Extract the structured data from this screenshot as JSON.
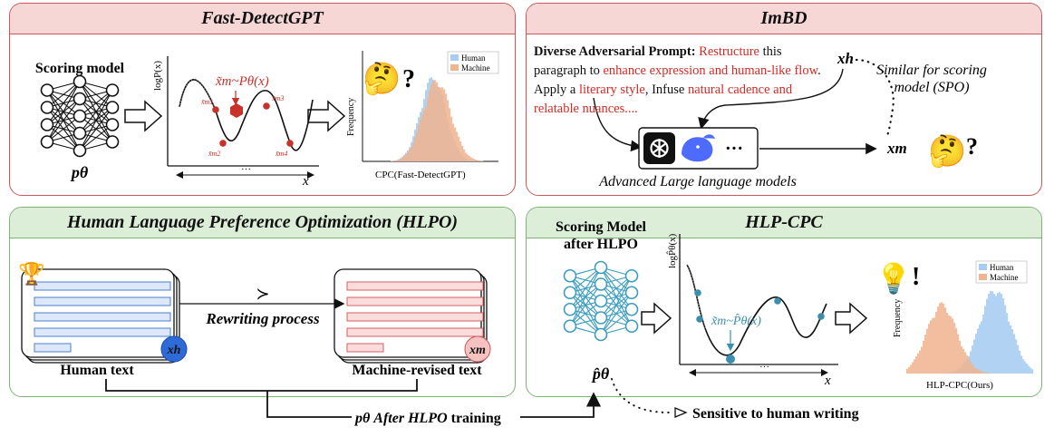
{
  "panels": {
    "fast_detect": {
      "title": "Fast-DetectGPT",
      "scoring_model_label": "Scoring model",
      "model_symbol": "pθ",
      "curve_ylabel": "logP(x)",
      "curve_xlabel": "x",
      "curve_ellipsis": "···",
      "sample_label": "x̃m~Pθ(x)",
      "point_labels": [
        "x̃m1",
        "x̃m2",
        "x̃m3",
        "x̃m4"
      ],
      "hist_ylabel": "Frequency",
      "hist_xlabel": "CPC(Fast-DetectGPT)",
      "legend": [
        "Human",
        "Machine"
      ],
      "emoji": "🤔",
      "mark": "?"
    },
    "imbd": {
      "title": "ImBD",
      "prompt_heading": "Diverse Adversarial Prompt:",
      "prompt_segments": [
        {
          "text": " ",
          "hl": false
        },
        {
          "text": "Restructure",
          "hl": true
        },
        {
          "text": " this paragraph to ",
          "hl": false
        },
        {
          "text": "enhance expression and human-like flow",
          "hl": true
        },
        {
          "text": ". Apply a ",
          "hl": false
        },
        {
          "text": "literary style",
          "hl": true
        },
        {
          "text": ", Infuse ",
          "hl": false
        },
        {
          "text": "natural cadence and relatable nuances....",
          "hl": true
        }
      ],
      "xh_label": "xh",
      "xm_label": "xm",
      "similar_text": "Similar for scoring model (SPO)",
      "llm_caption": "Advanced Large language models",
      "llm_ellipsis": "···",
      "emoji": "🤔",
      "mark": "?"
    },
    "hlpo": {
      "title": "Human Language Preference Optimization (HLPO)",
      "pref_symbol": "≻",
      "rewriting_label": "Rewriting process",
      "human_label": "Human text",
      "machine_label": "Machine-revised text",
      "xh_badge": "xh",
      "xm_badge": "xm",
      "trophy": "🏆"
    },
    "hlp_cpc": {
      "title": "HLP-CPC",
      "scoring_label": "Scoring Model after HLPO",
      "model_symbol": "p̂θ",
      "curve_ylabel": "logP̂θ(x)",
      "curve_xlabel": "x",
      "curve_ellipsis": "···",
      "sample_label": "x̃m~P̂θ(x)",
      "hist_ylabel": "Frequency",
      "hist_xlabel": "HLP-CPC(Ours)",
      "legend": [
        "Human",
        "Machine"
      ],
      "emoji": "💡",
      "mark": "!"
    }
  },
  "bottom": {
    "training_label_pre": "pθ After ",
    "training_label_em": "HLPO",
    "training_label_post": " training",
    "sensitive_label": "Sensitive to human writing"
  },
  "colors": {
    "red_border": "#c9595a",
    "red_header": "#f6d7d6",
    "green_border": "#7fb277",
    "green_header": "#dceed8",
    "human_blue": "#a9cdf2",
    "machine_orange": "#f0b48f",
    "point_red": "#c8322a",
    "point_teal": "#3b8fad",
    "nn_teal": "#3a9cc0",
    "highlight_red": "#d42a24"
  }
}
